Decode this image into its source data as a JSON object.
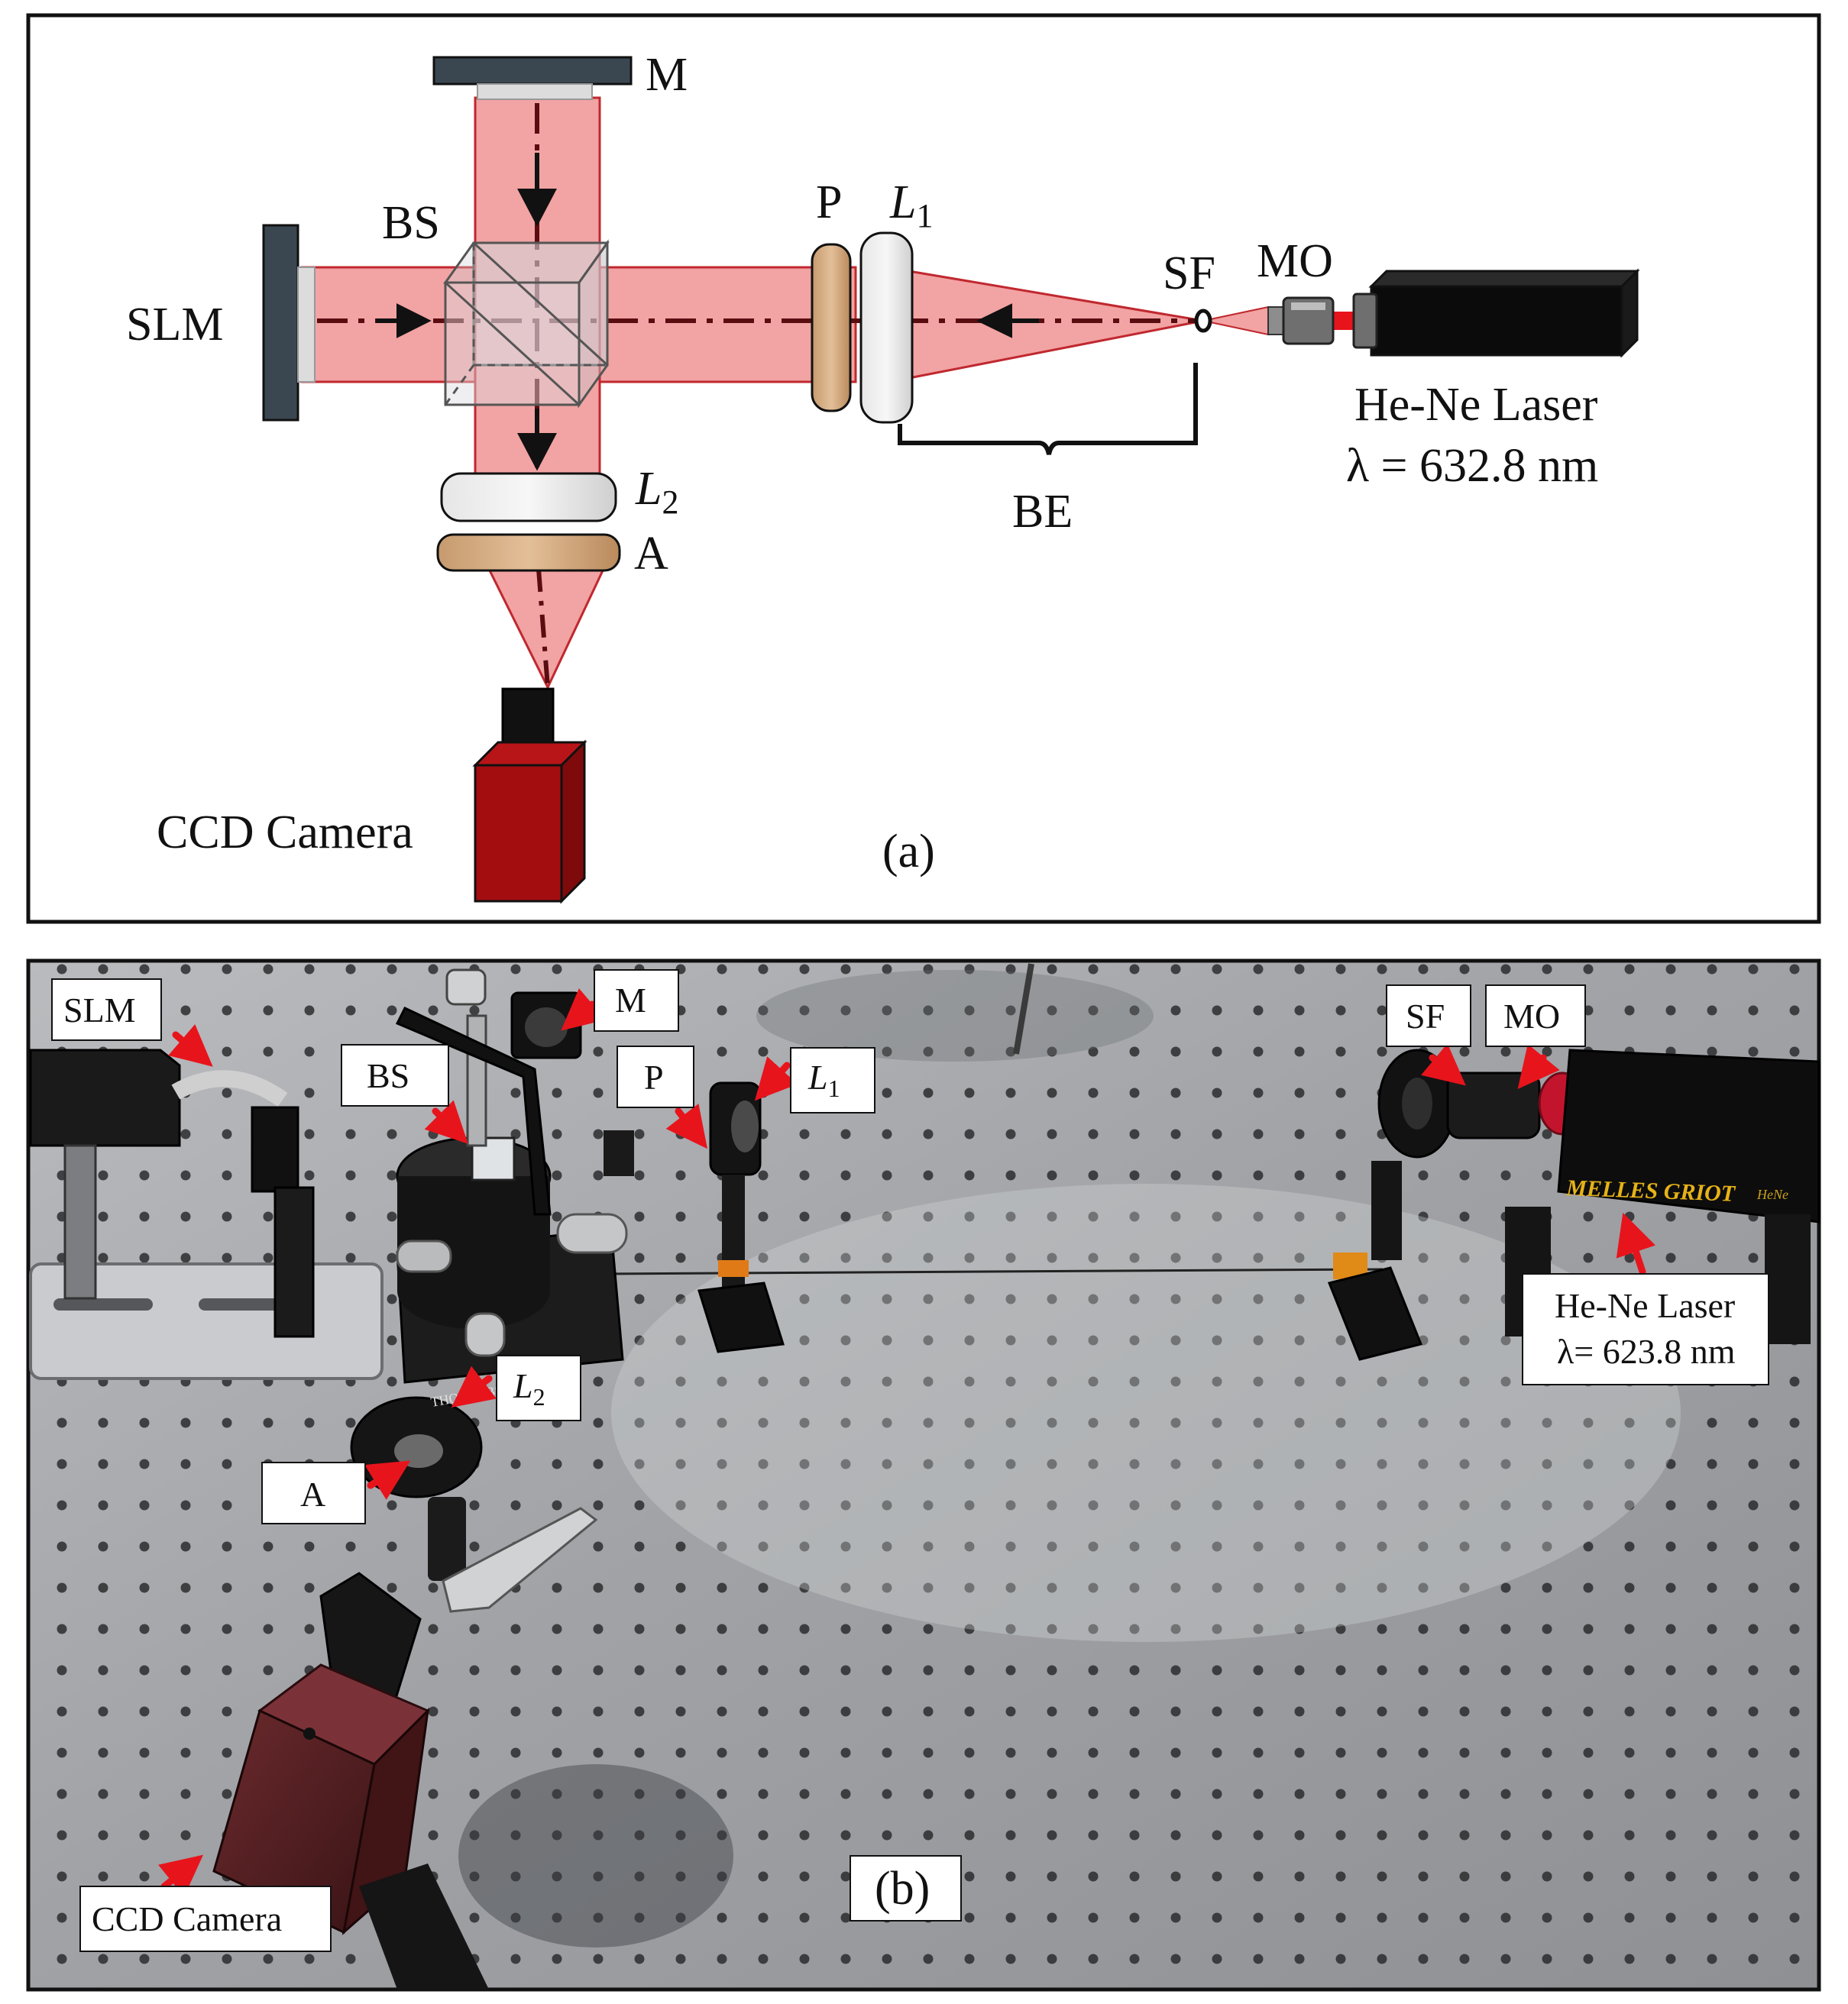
{
  "panel_a": {
    "caption": "(a)",
    "labels": {
      "mirror": "M",
      "beam_splitter": "BS",
      "slm": "SLM",
      "polarizer": "P",
      "lens1_base": "L",
      "lens1_sub": "1",
      "spatial_filter": "SF",
      "microscope_objective": "MO",
      "laser_name": "He-Ne Laser",
      "laser_wavelength": "λ = 632.8 nm",
      "beam_expander": "BE",
      "lens2_base": "L",
      "lens2_sub": "2",
      "analyzer": "A",
      "camera": "CCD Camera"
    }
  },
  "panel_b": {
    "caption": "(b)",
    "labels": {
      "slm": "SLM",
      "mirror": "M",
      "beam_splitter": "BS",
      "polarizer": "P",
      "lens1_base": "L",
      "lens1_sub": "1",
      "spatial_filter": "SF",
      "microscope_objective": "MO",
      "lens2_base": "L",
      "lens2_sub": "2",
      "analyzer": "A",
      "laser_name": "He-Ne Laser",
      "laser_wavelength": "λ= 623.8 nm",
      "camera": "CCD Camera",
      "laser_brand": "MELLES GRIOT",
      "laser_type": "HeNe",
      "mount_brand": "THORLABS"
    }
  },
  "colors": {
    "beam": "#f2a3a3",
    "beam_edge": "#c0282f",
    "arrow_red": "#e8141c",
    "camera_red": "#a30d10",
    "laser_black": "#0b0b0b",
    "table_metal": "#a9abae"
  }
}
